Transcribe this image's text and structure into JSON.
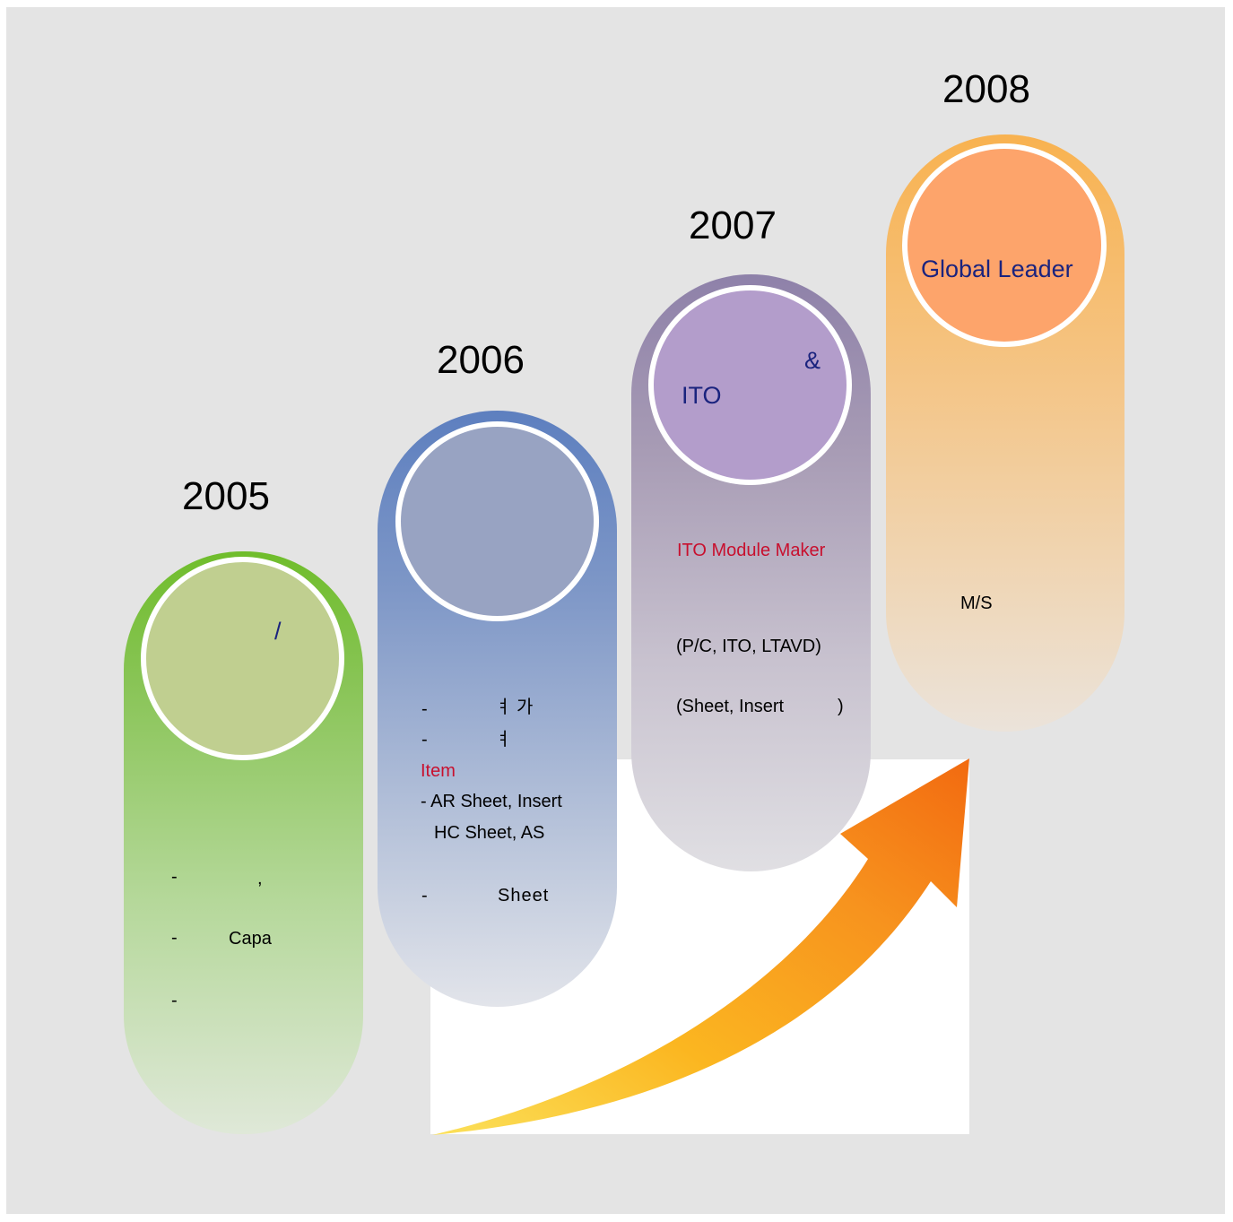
{
  "years": [
    "2005",
    "2006",
    "2007",
    "2008"
  ],
  "stage_2005": {
    "circle_text": "/",
    "bullets": [
      "-",
      ",",
      "-",
      "Capa",
      "-"
    ]
  },
  "stage_2006": {
    "bullets": [
      "-",
      "ㅕ 가",
      "-",
      "ㅕ"
    ],
    "item_label": "Item",
    "item_line1": "- AR Sheet, Insert",
    "item_line2": "HC Sheet, AS",
    "sheet_dash": "-",
    "sheet_text": "Sheet"
  },
  "stage_2007": {
    "circle_amp": "&",
    "circle_ito": "ITO",
    "maker": "ITO Module Maker",
    "line1": "(P/C, ITO, LTAVD)",
    "line2_a": "(Sheet, Insert",
    "line2_b": ")"
  },
  "stage_2008": {
    "circle_text": "Global Leader",
    "ms": "M/S"
  },
  "colors": {
    "green": "#6fbd2b",
    "blue": "#5d7fbf",
    "purple": "#8e81a9",
    "orange": "#f8b250",
    "arrow": "#f7931e",
    "circle_text_blue": "#1a237e",
    "highlight_red": "#c8102e"
  }
}
